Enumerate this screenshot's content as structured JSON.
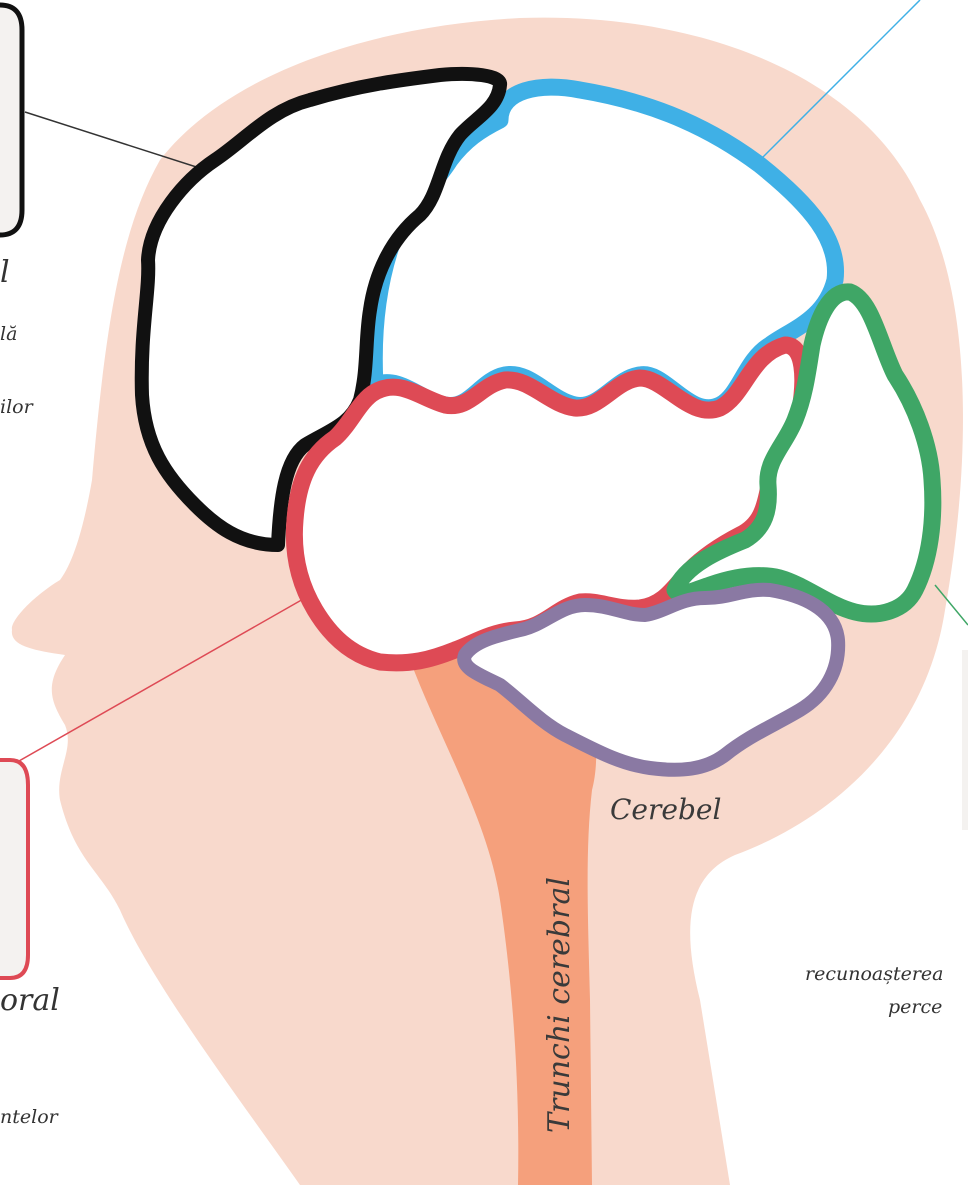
{
  "labels": {
    "cerebellum": "Cerebel",
    "brainstem": "Trunchi cerebral",
    "frontal_title_fragment": "l",
    "frontal_desc_line1": "lă",
    "frontal_desc_line2": "ilor",
    "temporal_title_fragment": "oral",
    "temporal_desc_line1": "ntelor",
    "occipital_desc_line1": "recunoașterea",
    "occipital_desc_line2": "perce"
  },
  "colors": {
    "head": "#f8d9cc",
    "brainstem": "#f5a07c",
    "frontal_lobe": "#111111",
    "parietal_lobe": "#3fb0e6",
    "temporal_lobe": "#de4a55",
    "occipital_lobe": "#3fa666",
    "cerebellum": "#8a79a3"
  }
}
